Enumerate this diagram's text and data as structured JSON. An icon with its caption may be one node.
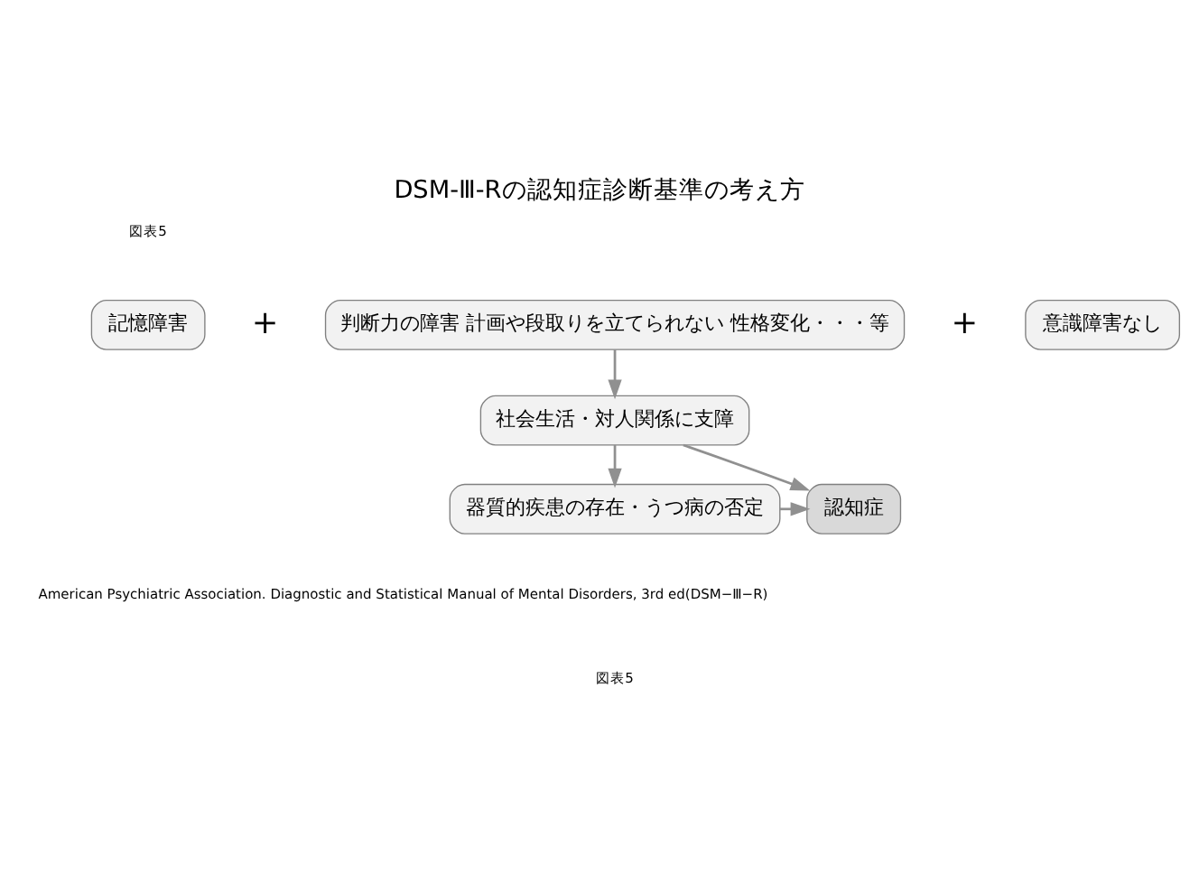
{
  "diagram": {
    "title": "DSM-Ⅲ-Rの認知症診断基準の考え方",
    "nodes": [
      {
        "text": [
          "記憶障害"
        ]
      },
      {
        "text": [
          "判断力の障害 計画や段取りを立てられない 性格変化・・・等"
        ]
      },
      {
        "text": [
          "意識障害なし"
        ]
      },
      {
        "text": [
          "社会生活・対人関係に支障"
        ]
      },
      {
        "text": [
          "器質的疾患の存在・うつ病の否定"
        ]
      },
      {
        "text": [
          "認知症"
        ]
      }
    ],
    "edges": [
      {
        "from": 1,
        "to": 3,
        "arrow": "to"
      },
      {
        "from": 3,
        "to": 4,
        "arrow": "to"
      },
      {
        "from": 3,
        "to": 5,
        "arrow": "to"
      },
      {
        "from": 4,
        "to": 5,
        "arrow": "to"
      }
    ],
    "labels": [
      "図表5",
      "+",
      "+",
      "American Psychiatric Association. Diagnostic and Statistical Manual of Mental Disorders, 3rd ed(DSM−Ⅲ−R)",
      "図表5"
    ]
  }
}
